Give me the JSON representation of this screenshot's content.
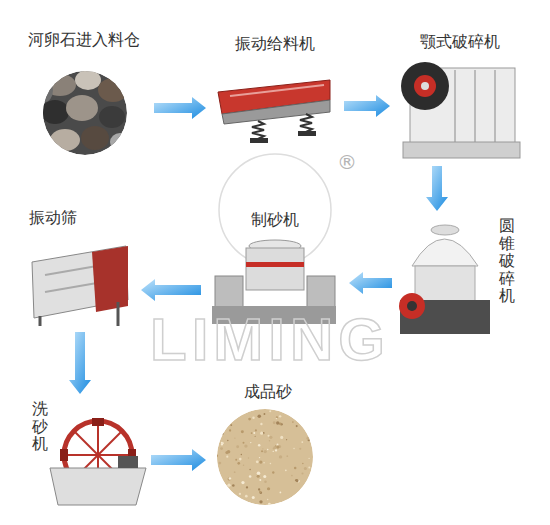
{
  "diagram": {
    "nodes": [
      {
        "text": [
          "河卵石进入料仓"
        ]
      },
      {
        "text": [
          "振动给料机"
        ]
      },
      {
        "text": [
          "颚式破碎机"
        ]
      },
      {
        "text": [
          "圆锥破碎机"
        ]
      },
      {
        "text": [
          "制砂机"
        ]
      },
      {
        "text": [
          "振动筛"
        ]
      },
      {
        "text": [
          "洗砂机"
        ]
      },
      {
        "text": [
          "成品砂"
        ]
      }
    ],
    "edges": [
      {
        "from": 0,
        "to": 1,
        "arrow": "to"
      },
      {
        "from": 1,
        "to": 2,
        "arrow": "to"
      },
      {
        "from": 2,
        "to": 3,
        "arrow": "to"
      },
      {
        "from": 3,
        "to": 4,
        "arrow": "to"
      },
      {
        "from": 4,
        "to": 5,
        "arrow": "to"
      },
      {
        "from": 5,
        "to": 6,
        "arrow": "to"
      },
      {
        "from": 6,
        "to": 7,
        "arrow": "to"
      }
    ],
    "labels": [
      "LIMING",
      "®"
    ]
  }
}
